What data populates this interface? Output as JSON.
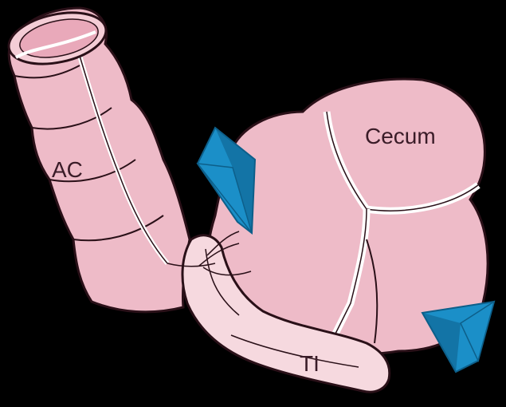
{
  "labels": {
    "ascending_colon": "AC",
    "cecum": "Cecum",
    "terminal_ileum": "TI"
  },
  "colors": {
    "background": "#000000",
    "tissue": "#eebbc8",
    "tissue_light": "#f6d9df",
    "outline": "#2a1018",
    "taenia": "#ffffff",
    "arrow": "#1b8fc8",
    "arrow_dark": "#0d5f8a"
  },
  "icons": {
    "upper_arrow": "arrow-marker-icon",
    "lower_arrow": "arrow-marker-icon"
  }
}
